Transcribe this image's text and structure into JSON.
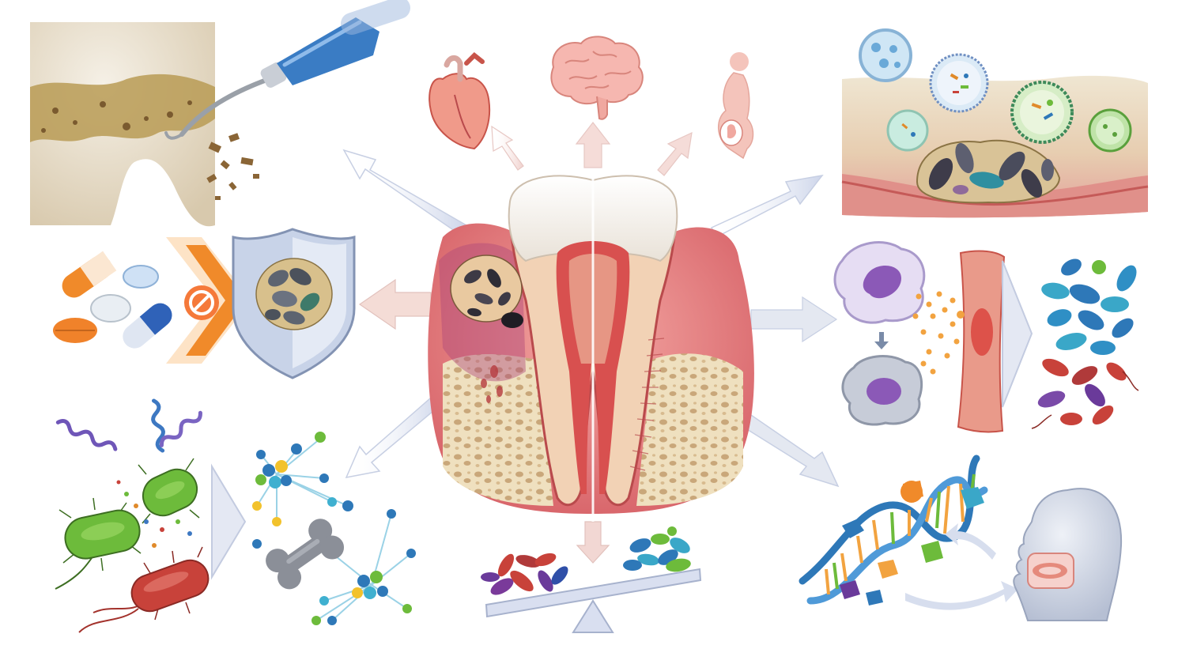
{
  "figure": {
    "type": "graphical-abstract",
    "theme": "periodontitis-systemic-links",
    "labels": []
  },
  "center": {
    "icon": "tooth-cross-section-icon",
    "left_half": "diseased-periodontium",
    "right_half": "healthy-periodontium"
  },
  "panels": [
    {
      "key": "scaling",
      "icon": "dental-scaler-calculus-icon"
    },
    {
      "key": "antibiotic_resistance",
      "icon": "pills-shield-biofilm-icon"
    },
    {
      "key": "bacterial_metabolites",
      "icon": "bacteria-molecules-icon"
    },
    {
      "key": "systemic_heart",
      "icon": "heart-icon"
    },
    {
      "key": "systemic_brain",
      "icon": "brain-icon"
    },
    {
      "key": "systemic_pregnancy",
      "icon": "pregnant-woman-icon"
    },
    {
      "key": "dysbiosis",
      "icon": "balance-scale-icon"
    },
    {
      "key": "vesicles_tissue",
      "icon": "extracellular-vesicles-icon"
    },
    {
      "key": "immune_barrier",
      "icon": "immune-cells-barrier-icon"
    },
    {
      "key": "genetics",
      "icon": "dna-head-icon"
    }
  ],
  "colors": {
    "gum": "#e98a8a",
    "gum_dark": "#c94b55",
    "enamel": "#f6f1ea",
    "dentin": "#f2d2b5",
    "pulp": "#d8504f",
    "bone": "#efe0bf",
    "arrow": "#dde3f0",
    "arrow_edge": "#b9c3dc",
    "bacteria_green": "#6dbb3b",
    "bacteria_red": "#c8423a",
    "bacteria_blue": "#2f8fc5",
    "dna_blue": "#2e78b8"
  }
}
